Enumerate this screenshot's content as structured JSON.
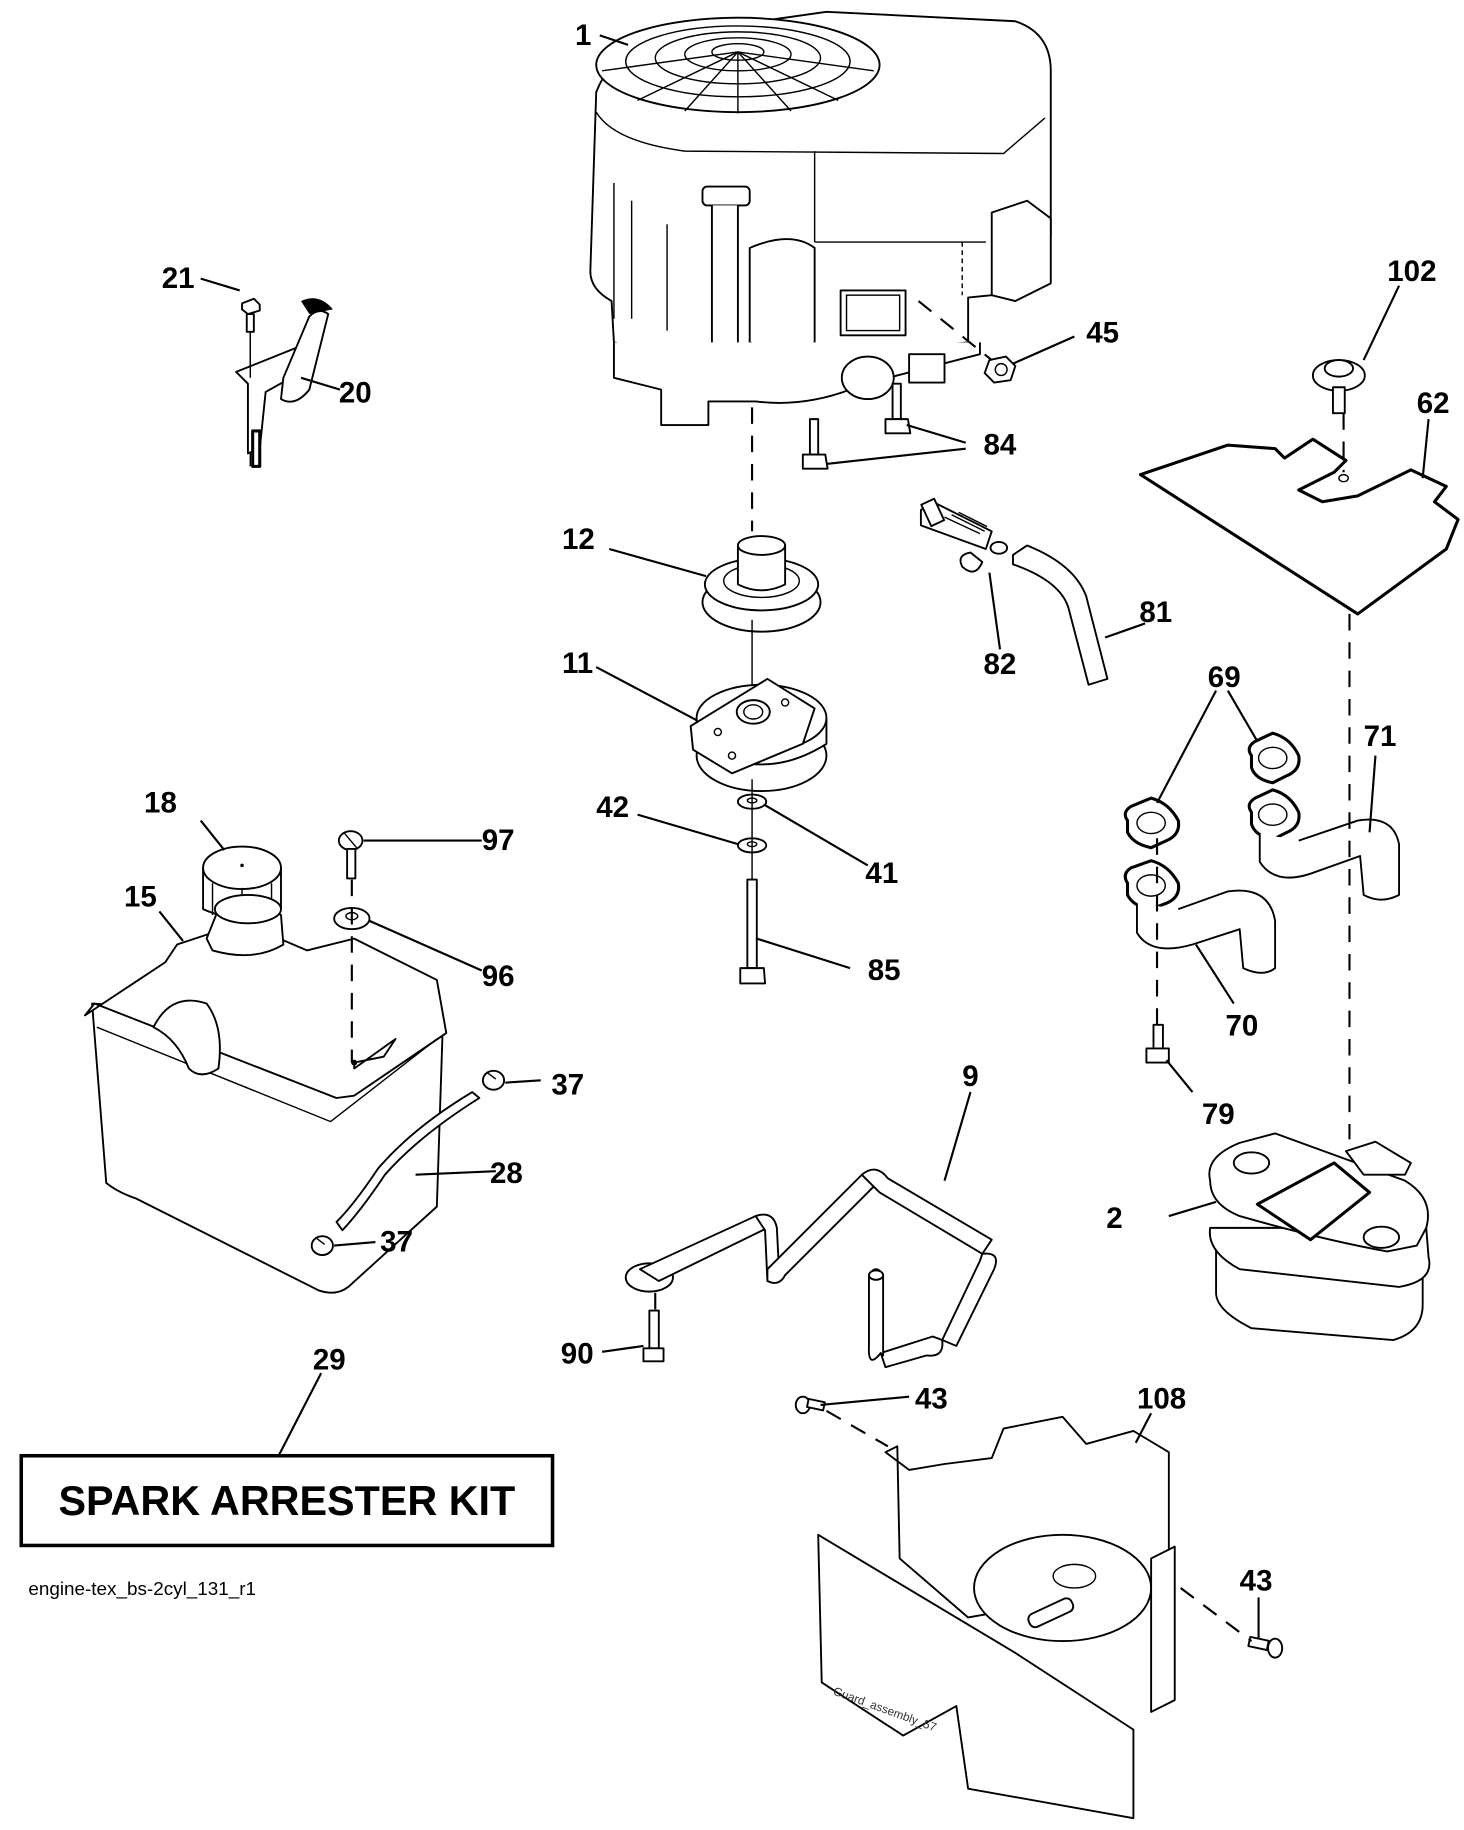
{
  "diagram": {
    "file_name": "engine-tex_bs-2cyl_131_r1",
    "kit_box_label": "SPARK ARRESTER KIT",
    "guard_label": "Guard_assembly_57",
    "callouts": {
      "engine": "1",
      "muffler": "2",
      "heat_shield_tube": "9",
      "clutch": "11",
      "pulley": "12",
      "fuel_tank": "15",
      "fuel_cap": "18",
      "throttle_control": "20",
      "throttle_bolt": "21",
      "fuel_line": "28",
      "spark_arrester_kit": "29",
      "clamp_upper": "37",
      "clamp_lower": "37",
      "washer_41": "41",
      "washer_42": "42",
      "screw_43_left": "43",
      "screw_43_right": "43",
      "nut_45": "45",
      "heat_shield_plate": "62",
      "gasket": "69",
      "exhaust_pipe_70": "70",
      "exhaust_pipe_71": "71",
      "bolt_79": "79",
      "oil_drain_hose": "81",
      "drain_valve": "82",
      "bolt_84": "84",
      "bolt_85": "85",
      "bolt_90": "90",
      "washer_96": "96",
      "screw_97": "97",
      "bolt_102": "102",
      "guard_108": "108"
    }
  }
}
